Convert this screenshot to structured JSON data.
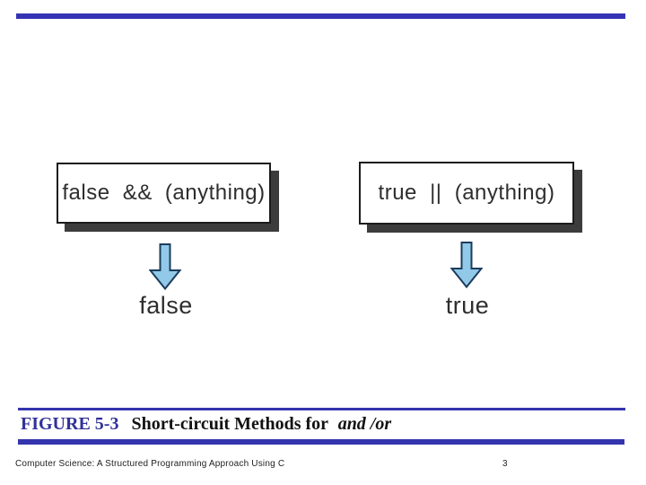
{
  "figure": {
    "left_box": {
      "label": "false && (anything)"
    },
    "right_box": {
      "label": "true || (anything)"
    },
    "left_result": "false",
    "right_result": "true"
  },
  "caption": {
    "figure_label": "FIGURE 5-3",
    "title": "Short-circuit Methods for",
    "title_emphasis": "and /or"
  },
  "footer": {
    "book_title": "Computer Science: A Structured Programming Approach Using C",
    "page_number": "3"
  },
  "colors": {
    "top_bar": "#3533b4",
    "caption_line": "#3434ae",
    "figure_label": "#31319a",
    "box_border": "#1c1c1c",
    "box_shadow": "#3c3c3c",
    "diagram_text": "#2e2e2e",
    "arrow_fill": "#92c9e9",
    "arrow_stroke": "#1b3d5c"
  }
}
